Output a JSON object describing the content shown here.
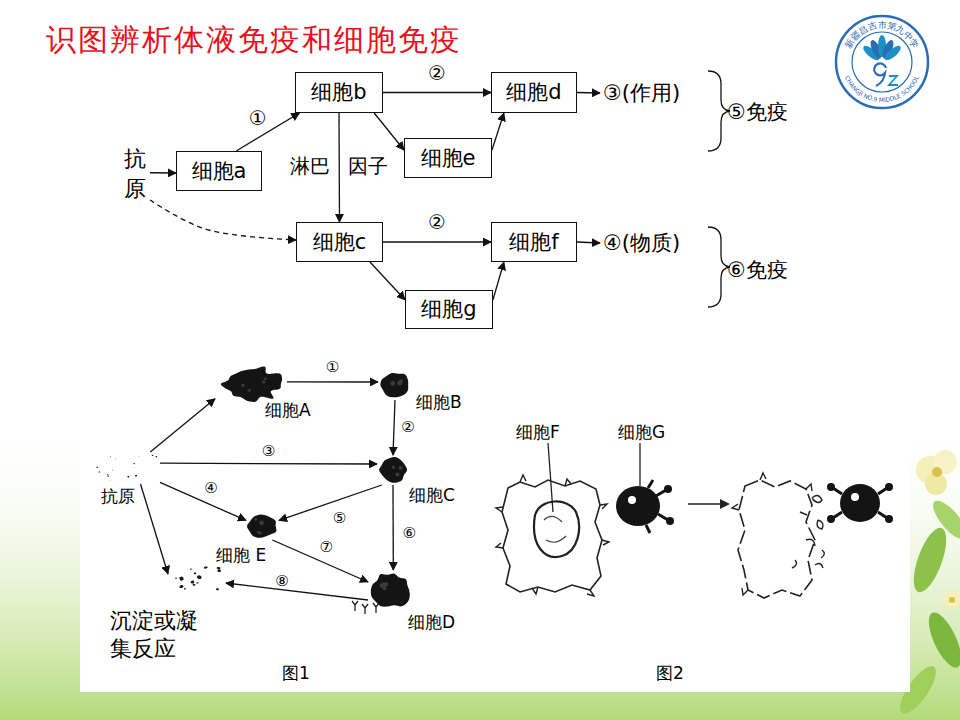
{
  "diagram": {
    "title": "识图辨析体液免疫和细胞免疫",
    "nodes": [
      {
        "text": [
          "抗 原"
        ]
      },
      {
        "text": [
          "细胞a"
        ]
      },
      {
        "text": [
          "细胞b"
        ]
      },
      {
        "text": [
          "细胞d"
        ]
      },
      {
        "text": [
          "③(作用)"
        ]
      },
      {
        "text": [
          "细胞e"
        ]
      },
      {
        "text": [
          "细胞c"
        ]
      },
      {
        "text": [
          "细胞f"
        ]
      },
      {
        "text": [
          "④(物质)"
        ]
      },
      {
        "text": [
          "细胞g"
        ]
      },
      {
        "text": [
          "细胞A"
        ]
      },
      {
        "text": [
          "细胞B"
        ]
      },
      {
        "text": [
          "抗原"
        ]
      },
      {
        "text": [
          "细胞C"
        ]
      },
      {
        "text": [
          "细胞 E"
        ]
      },
      {
        "text": [
          "细胞D"
        ]
      },
      {
        "text": [
          "沉淀或凝集反应"
        ]
      }
    ],
    "edges": [
      {
        "from": 0,
        "to": 1,
        "arrow": "to"
      },
      {
        "from": 1,
        "to": 2,
        "label": "①",
        "arrow": "to"
      },
      {
        "from": 2,
        "to": 3,
        "label": "②",
        "arrow": "to"
      },
      {
        "from": 2,
        "to": 5,
        "arrow": "to"
      },
      {
        "from": 5,
        "to": 3,
        "arrow": "to"
      },
      {
        "from": 3,
        "to": 4,
        "arrow": "to"
      },
      {
        "from": 2,
        "to": 6,
        "label": "淋巴 因子",
        "arrow": "to"
      },
      {
        "from": 0,
        "to": 6,
        "arrow": "to"
      },
      {
        "from": 6,
        "to": 7,
        "label": "②",
        "arrow": "to"
      },
      {
        "from": 6,
        "to": 9,
        "arrow": "to"
      },
      {
        "from": 9,
        "to": 7,
        "arrow": "to"
      },
      {
        "from": 7,
        "to": 8,
        "arrow": "to"
      },
      {
        "from": 12,
        "to": 10,
        "arrow": "to"
      },
      {
        "from": 10,
        "to": 11,
        "label": "①",
        "arrow": "to"
      },
      {
        "from": 11,
        "to": 13,
        "label": "②",
        "arrow": "to"
      },
      {
        "from": 12,
        "to": 13,
        "label": "③",
        "arrow": "to"
      },
      {
        "from": 12,
        "to": 14,
        "label": "④",
        "arrow": "to"
      },
      {
        "from": 13,
        "to": 14,
        "label": "⑤",
        "arrow": "to"
      },
      {
        "from": 13,
        "to": 15,
        "label": "⑥",
        "arrow": "to"
      },
      {
        "from": 14,
        "to": 15,
        "label": "⑦",
        "arrow": "to"
      },
      {
        "from": 15,
        "to": 16,
        "label": "⑧",
        "arrow": "to"
      },
      {
        "from": 12,
        "to": 16,
        "arrow": "to"
      }
    ],
    "labels": [
      "⑤免疫",
      "⑥免疫",
      "细胞F",
      "细胞G",
      "图1",
      "图2",
      "新疆昌吉市第九中学",
      "CHANGJI NO.9 MIDDLE SCHOOL"
    ]
  }
}
